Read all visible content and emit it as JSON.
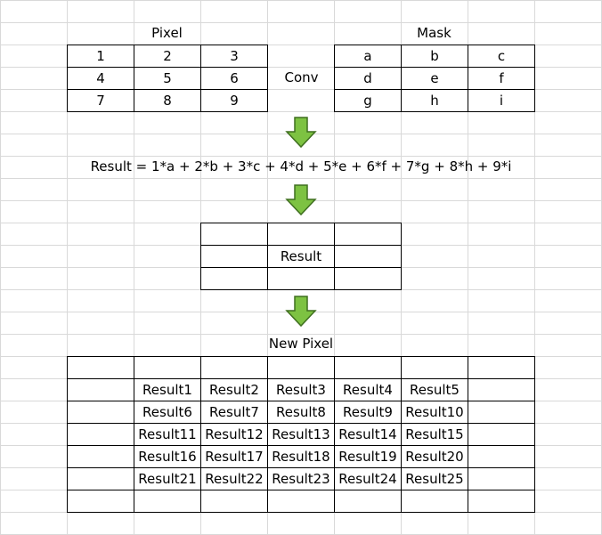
{
  "pixel": {
    "title": "Pixel",
    "rows": [
      [
        "1",
        "2",
        "3"
      ],
      [
        "4",
        "5",
        "6"
      ],
      [
        "7",
        "8",
        "9"
      ]
    ]
  },
  "operator": "Conv",
  "mask": {
    "title": "Mask",
    "rows": [
      [
        "a",
        "b",
        "c"
      ],
      [
        "d",
        "e",
        "f"
      ],
      [
        "g",
        "h",
        "i"
      ]
    ]
  },
  "formula": "Result = 1*a + 2*b + 3*c + 4*d + 5*e + 6*f + 7*g + 8*h + 9*i",
  "result_grid": {
    "rows": [
      [
        "",
        "",
        ""
      ],
      [
        "",
        "Result",
        ""
      ],
      [
        "",
        "",
        ""
      ]
    ]
  },
  "new_pixel": {
    "title": "New Pixel",
    "rows": [
      [
        "",
        "",
        "",
        "",
        "",
        "",
        ""
      ],
      [
        "",
        "Result1",
        "Result2",
        "Result3",
        "Result4",
        "Result5",
        ""
      ],
      [
        "",
        "Result6",
        "Result7",
        "Result8",
        "Result9",
        "Result10",
        ""
      ],
      [
        "",
        "Result11",
        "Result12",
        "Result13",
        "Result14",
        "Result15",
        ""
      ],
      [
        "",
        "Result16",
        "Result17",
        "Result18",
        "Result19",
        "Result20",
        ""
      ],
      [
        "",
        "Result21",
        "Result22",
        "Result23",
        "Result24",
        "Result25",
        ""
      ],
      [
        "",
        "",
        "",
        "",
        "",
        "",
        ""
      ]
    ]
  },
  "colors": {
    "arrow_fill": "#7dc242",
    "arrow_stroke": "#3f6f1f"
  }
}
